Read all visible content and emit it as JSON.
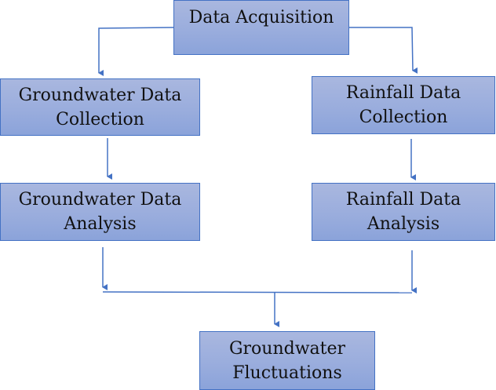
{
  "diagram": {
    "type": "flowchart",
    "colors": {
      "box_fill_top": "#a9b7df",
      "box_fill_bottom": "#8ba3da",
      "box_border": "#4472c4",
      "connector": "#4472c4",
      "text": "#111111"
    },
    "nodes": {
      "acquisition": {
        "lines": [
          "Data Acquisition"
        ]
      },
      "groundwater_collection": {
        "lines": [
          "Groundwater Data",
          "Collection"
        ]
      },
      "rainfall_collection": {
        "lines": [
          "Rainfall Data",
          "Collection"
        ]
      },
      "groundwater_analysis": {
        "lines": [
          "Groundwater Data",
          "Analysis"
        ]
      },
      "rainfall_analysis": {
        "lines": [
          "Rainfall Data",
          "Analysis"
        ]
      },
      "fluctuations": {
        "lines": [
          "Groundwater",
          "Fluctuations"
        ]
      }
    },
    "edges": [
      {
        "from": "acquisition",
        "to": "groundwater_collection"
      },
      {
        "from": "acquisition",
        "to": "rainfall_collection"
      },
      {
        "from": "groundwater_collection",
        "to": "groundwater_analysis"
      },
      {
        "from": "rainfall_collection",
        "to": "rainfall_analysis"
      },
      {
        "from": "groundwater_analysis",
        "to": "fluctuations"
      },
      {
        "from": "rainfall_analysis",
        "to": "fluctuations"
      }
    ]
  }
}
